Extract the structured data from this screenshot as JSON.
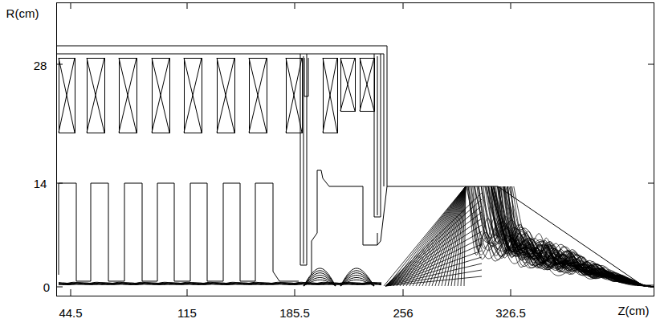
{
  "diagram": {
    "labels": [
      "R(cm)",
      "28",
      "14",
      "0",
      "44.5",
      "115",
      "185.5",
      "256",
      "326.5",
      "Z(cm)"
    ]
  }
}
